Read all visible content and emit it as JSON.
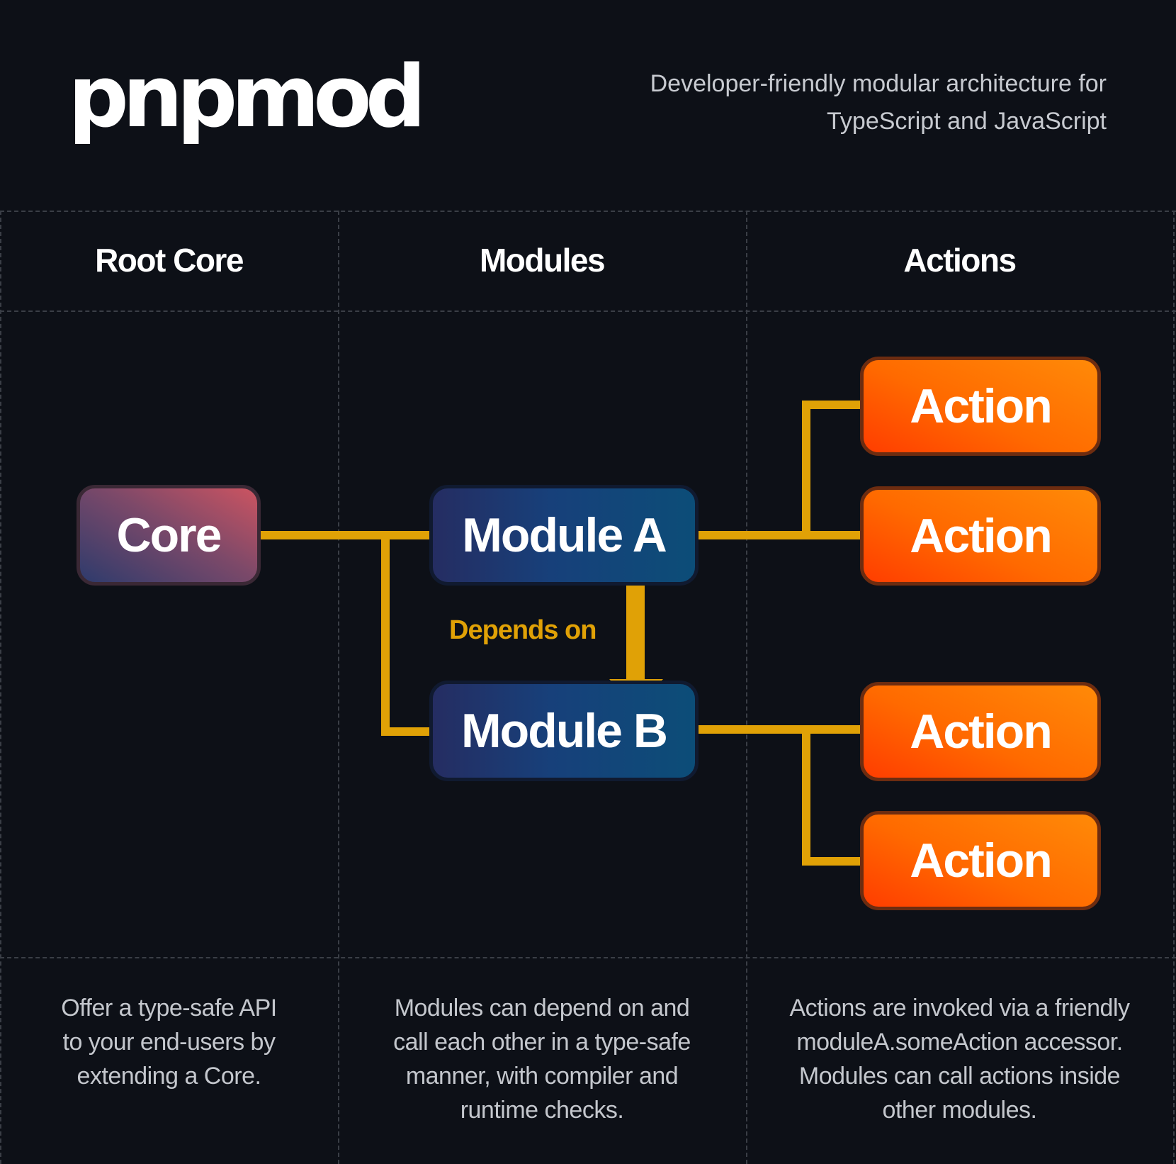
{
  "header": {
    "logo": "pnpmod",
    "tagline_line1": "Developer-friendly modular architecture for",
    "tagline_line2": "TypeScript and JavaScript"
  },
  "columns": {
    "root_core": "Root Core",
    "modules": "Modules",
    "actions": "Actions"
  },
  "diagram": {
    "core": "Core",
    "module_a": "Module A",
    "module_b": "Module B",
    "actions": [
      "Action",
      "Action",
      "Action",
      "Action"
    ],
    "dependency_label": "Depends on"
  },
  "descriptions": {
    "root_core": [
      "Offer a type-safe API",
      "to your end-users by",
      "extending a Core."
    ],
    "modules": [
      "Modules can depend on and",
      "call each other in a type-safe",
      "manner, with compiler and",
      "runtime checks."
    ],
    "actions": [
      "Actions are invoked via a friendly",
      "moduleA.someAction accessor.",
      "Modules can call actions inside",
      "other modules."
    ]
  },
  "colors": {
    "background": "#0d1017",
    "connector": "#e0a106",
    "action_orange": "#ff6a00",
    "module_blue": "#17407a",
    "core_pink": "#cc5461"
  }
}
